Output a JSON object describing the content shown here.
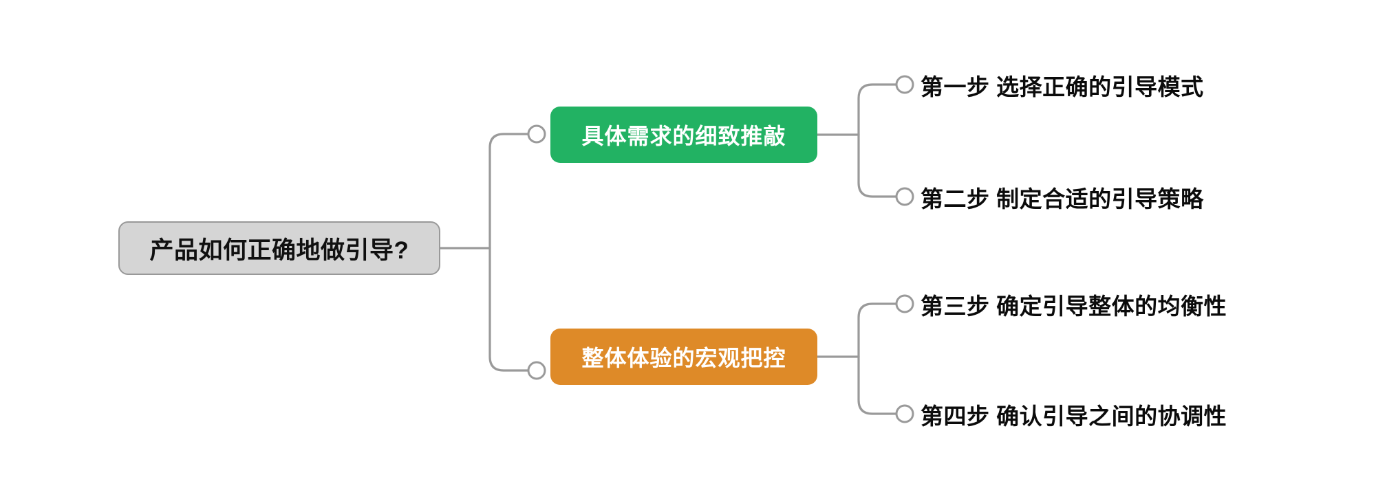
{
  "diagram": {
    "type": "mind-map",
    "title": "产品如何正确地做引导?",
    "background_color": "#ffffff",
    "connector_color": "#9a9a9a",
    "root": {
      "label": "产品如何正确地做引导?",
      "fill_color": "#d5d5d5",
      "border_color": "#999999",
      "text_color": "#101010"
    },
    "branches": [
      {
        "label": "具体需求的细致推敲",
        "fill_color": "#22b263",
        "text_color": "#ffffff",
        "children": [
          {
            "label": "第一步 选择正确的引导模式"
          },
          {
            "label": "第二步 制定合适的引导策略"
          }
        ]
      },
      {
        "label": "整体体验的宏观把控",
        "fill_color": "#de8a28",
        "text_color": "#ffffff",
        "children": [
          {
            "label": "第三步 确定引导整体的均衡性"
          },
          {
            "label": "第四步 确认引导之间的协调性"
          }
        ]
      }
    ]
  }
}
